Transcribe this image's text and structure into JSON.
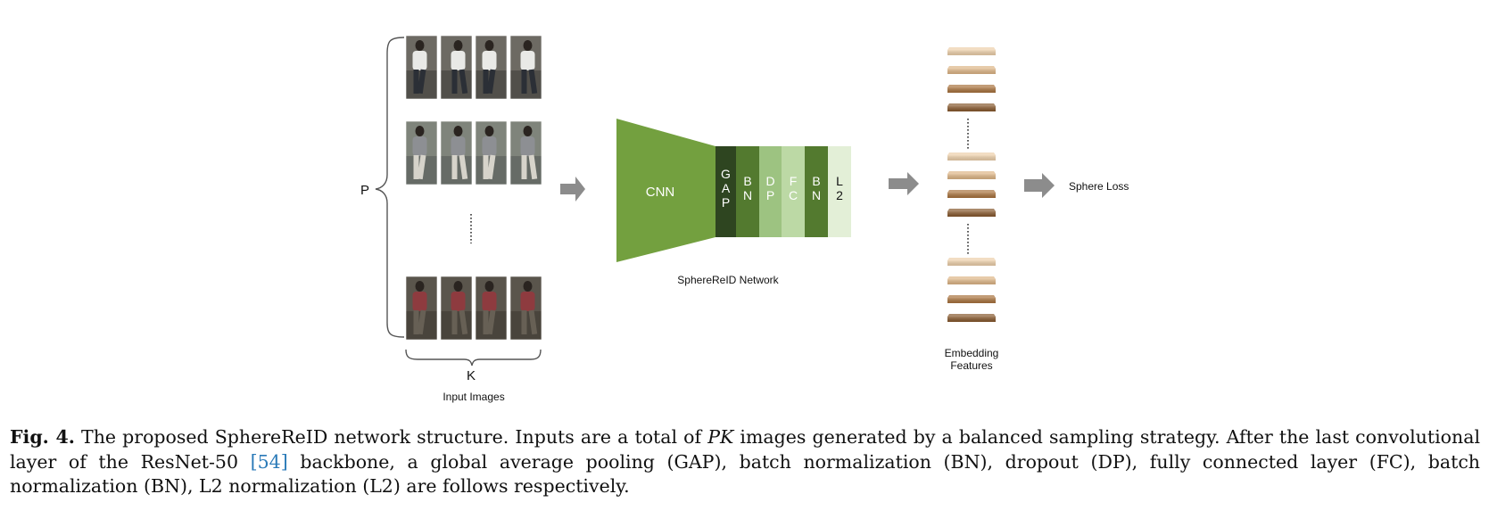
{
  "input_images": {
    "p_label": "P",
    "k_label": "K",
    "title": "Input Images"
  },
  "network": {
    "cnn_label": "CNN",
    "layers": [
      {
        "id": "gap",
        "letters": [
          "G",
          "A",
          "P"
        ],
        "color": "#2e4520"
      },
      {
        "id": "bn1",
        "letters": [
          "B",
          "N"
        ],
        "color": "#537a2f"
      },
      {
        "id": "dp",
        "letters": [
          "D",
          "P"
        ],
        "color": "#9dc381"
      },
      {
        "id": "fc",
        "letters": [
          "F",
          "C"
        ],
        "color": "#bcd9a5"
      },
      {
        "id": "bn2",
        "letters": [
          "B",
          "N"
        ],
        "color": "#537a2f"
      },
      {
        "id": "l2",
        "letters": [
          "L",
          "2"
        ],
        "color": "#e3efd7"
      }
    ],
    "title": "SphereReID Network",
    "cnn_color": "#73a03f"
  },
  "embedding": {
    "title_line1": "Embedding",
    "title_line2": "Features",
    "bar_colors": [
      "#eccfaa",
      "#ddb586",
      "#a8723d",
      "#86582d"
    ]
  },
  "loss": {
    "label": "Sphere Loss"
  },
  "caption": {
    "fig_label": "Fig. 4.",
    "part1": " The proposed SphereReID network structure. Inputs are a total of ",
    "pk": "PK",
    "part2": " images generated by a balanced sampling strategy. After the last convolutional layer of the ResNet-50 ",
    "ref": "[54]",
    "part3": " backbone, a global average pooling (GAP), batch normalization (BN), dropout (DP), fully connected layer (FC), batch normalization (BN), L2 normalization (L2) are follows respectively."
  }
}
